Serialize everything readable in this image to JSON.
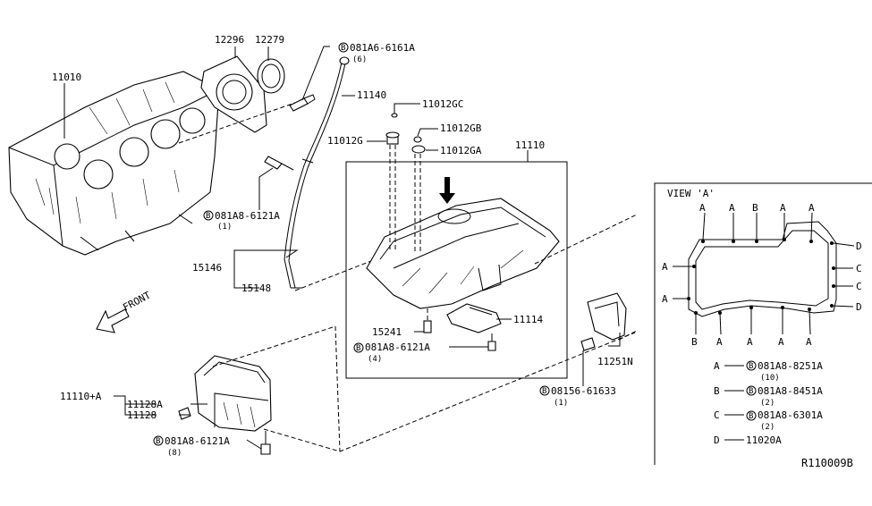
{
  "labels": {
    "p11010": "11010",
    "p12296": "12296",
    "p12279": "12279",
    "b_top": "081A6-6161A",
    "b_top_qty": "(6)",
    "p11140": "11140",
    "p11012GC": "11012GC",
    "p11012G": "11012G",
    "p11012GB": "11012GB",
    "p11012GA": "11012GA",
    "p11110": "11110",
    "b_mid": "081A8-6121A",
    "b_mid_qty": "(1)",
    "p15146": "15146",
    "p15148": "15148",
    "front": "FRONT",
    "p15241": "15241",
    "p11114": "11114",
    "b_pan": "081A8-6121A",
    "b_pan_qty": "(4)",
    "p11251N": "11251N",
    "b_08156": "08156-61633",
    "b_08156_qty": "(1)",
    "p11110A": "11110+A",
    "p11128A": "11128A",
    "p11128": "11128",
    "b_low": "081A8-6121A",
    "b_low_qty": "(8)",
    "view_title": "VIEW 'A'",
    "diagram_id": "R110009B",
    "circ_b": "B"
  },
  "view_letters": {
    "a": "A",
    "b": "B",
    "c": "C",
    "d": "D"
  },
  "legend": [
    {
      "key": "A",
      "part": "081A8-8251A",
      "qty": "(10)",
      "circled": true
    },
    {
      "key": "B",
      "part": "081A8-8451A",
      "qty": "(2)",
      "circled": true
    },
    {
      "key": "C",
      "part": "081A8-6301A",
      "qty": "(2)",
      "circled": true
    },
    {
      "key": "D",
      "part": "11020A",
      "qty": "",
      "circled": false
    }
  ]
}
